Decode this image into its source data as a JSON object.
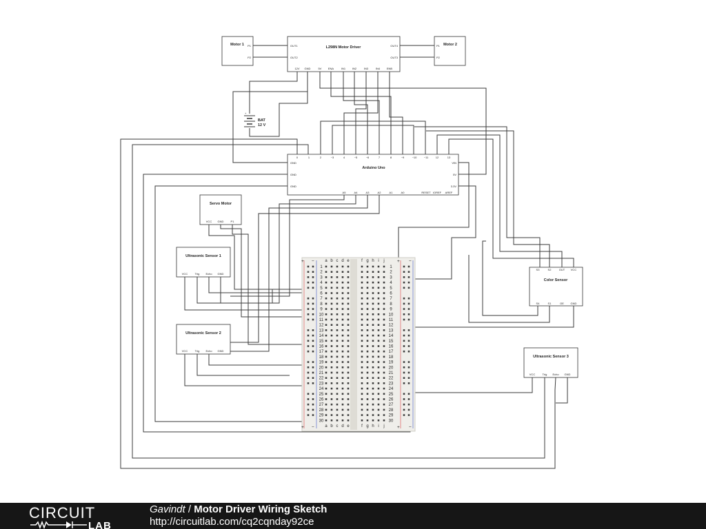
{
  "schematic": {
    "motor1": {
      "title": "Motor 1",
      "pins": [
        "P1",
        "P2"
      ]
    },
    "motor2": {
      "title": "Motor 2",
      "pins": [
        "P1",
        "P2"
      ]
    },
    "driver": {
      "title": "L298N Motor Driver",
      "left_pins": [
        "OUT1",
        "OUT2"
      ],
      "right_pins": [
        "OUT4",
        "OUT3"
      ],
      "bottom_pins": [
        "12V",
        "GND",
        "5V",
        "ENA",
        "IN1",
        "IN2",
        "IN3",
        "IN4",
        "ENB"
      ]
    },
    "battery": {
      "label": "BAT",
      "value": "12 V",
      "plus": "+"
    },
    "arduino": {
      "title": "Arduino Uno",
      "top_pins": [
        "0",
        "1",
        "2",
        "~3",
        "4",
        "~5",
        "~6",
        "7",
        "8",
        "~9",
        "~10",
        "~11",
        "12",
        "13"
      ],
      "left_pins": [
        "GND",
        "GND",
        "GND"
      ],
      "right_pins": [
        "VIN",
        "5V",
        "3.3V"
      ],
      "bottom_pins": [
        "A5",
        "A4",
        "A3",
        "A2",
        "A1",
        "A0",
        "RESET",
        "IOREF",
        "AREF"
      ]
    },
    "servo": {
      "title": "Servo Motor",
      "pins": [
        "VCC",
        "GND",
        "P1"
      ]
    },
    "us1": {
      "title": "Ultrasonic Sensor 1",
      "pins": [
        "VCC",
        "Trig",
        "Echo",
        "GND"
      ]
    },
    "us2": {
      "title": "Ultrasonic Sensor 2",
      "pins": [
        "VCC",
        "Trig",
        "Echo",
        "GND"
      ]
    },
    "us3": {
      "title": "Ultrasonic Sensor 3",
      "pins": [
        "VCC",
        "Trig",
        "Echo",
        "GND"
      ]
    },
    "color": {
      "title": "Color Sensor",
      "top_pins": [
        "S3",
        "S2",
        "OUT",
        "VCC"
      ],
      "bottom_pins": [
        "S4",
        "S1",
        "OE",
        "GND"
      ]
    },
    "breadboard": {
      "left_cols": [
        "a",
        "b",
        "c",
        "d",
        "e"
      ],
      "right_cols": [
        "f",
        "g",
        "h",
        "i",
        "j"
      ],
      "rows": 30,
      "plus": "+",
      "minus": "−"
    }
  },
  "footer": {
    "logo_top": "CIRCUIT",
    "logo_bottom": "LAB",
    "author": "Gavindt",
    "separator": " / ",
    "title": "Motor Driver Wiring Sketch",
    "url": "http://circuitlab.com/cq2cqnday92ce"
  }
}
